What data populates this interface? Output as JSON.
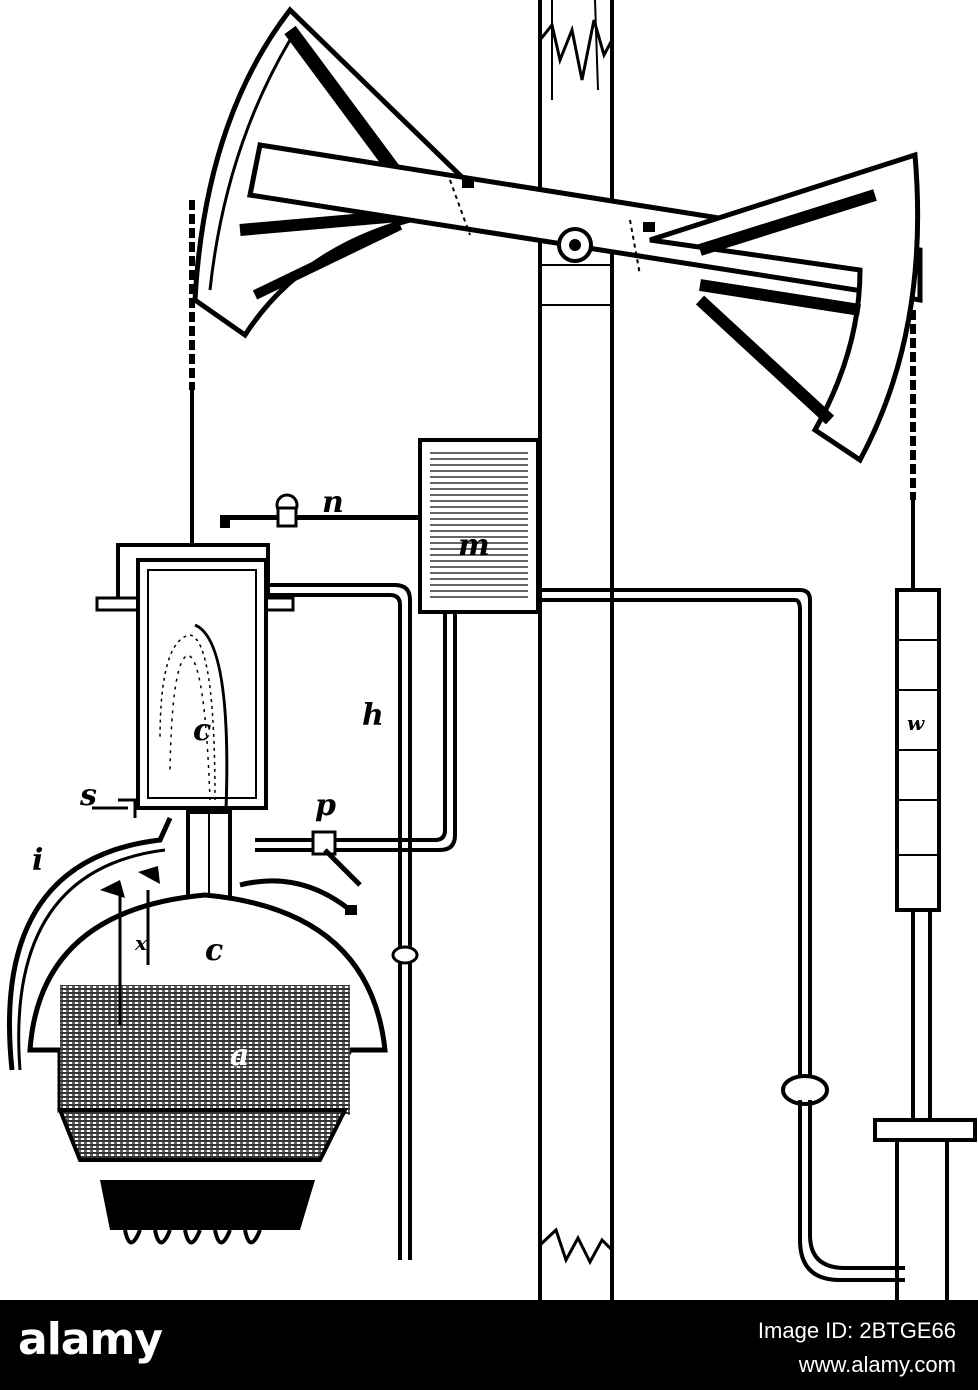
{
  "diagram": {
    "labels": {
      "n": "n",
      "m": "m",
      "h": "h",
      "c_upper": "c",
      "p": "p",
      "s": "s",
      "i": "i",
      "x": "x",
      "c_lower": "c",
      "a": "a",
      "w": "w"
    }
  },
  "footer": {
    "brand": "alamy",
    "image_id": "Image ID: 2BTGE66",
    "site": "www.alamy.com"
  },
  "colors": {
    "ink": "#000000",
    "paper": "#ffffff",
    "footer_bg": "#000000",
    "footer_text": "#ffffff"
  }
}
